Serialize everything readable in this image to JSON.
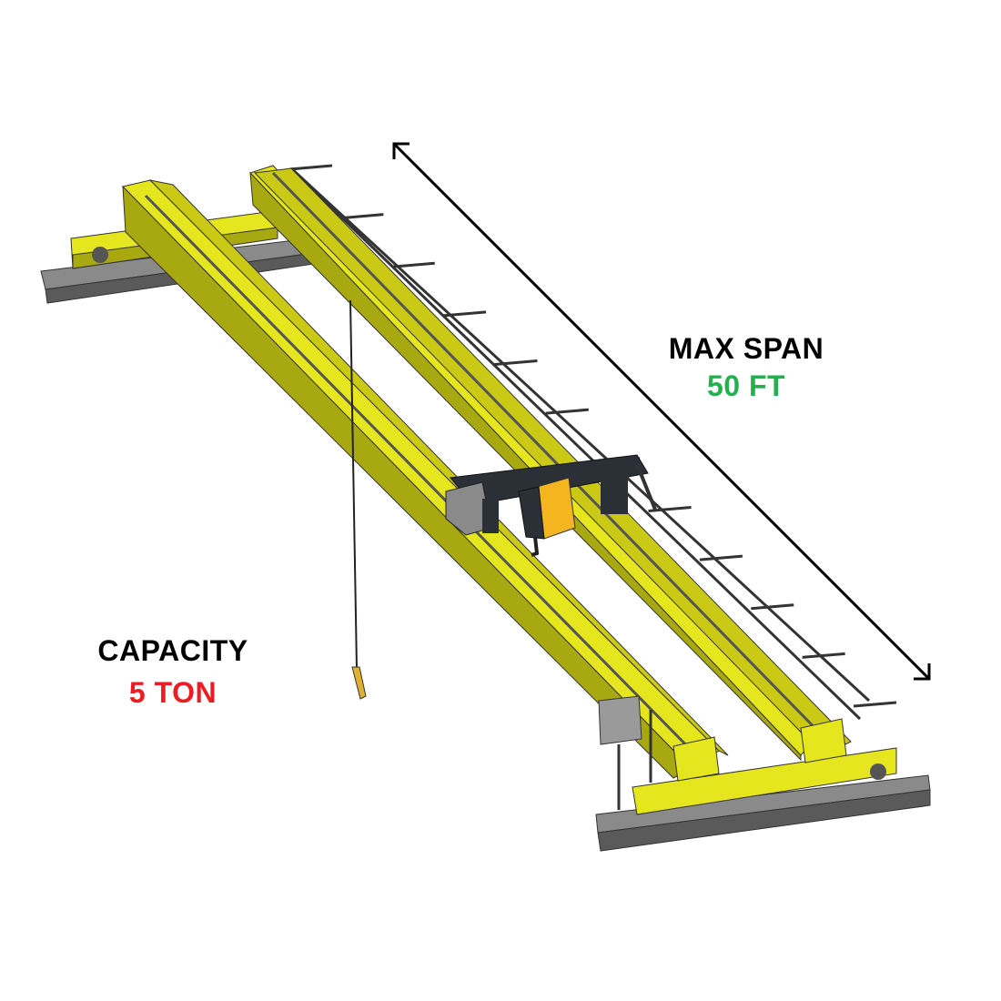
{
  "span": {
    "title": "MAX SPAN",
    "value": "50 FT"
  },
  "capacity": {
    "title": "CAPACITY",
    "value": "5 TON"
  },
  "colors": {
    "span_value": "#22b14c",
    "capacity_value": "#ed1c24",
    "girder": "#e6e61e",
    "girder_shade": "#a8a810",
    "rail": "#7a7a7a",
    "hoist": "#f5b51e"
  }
}
